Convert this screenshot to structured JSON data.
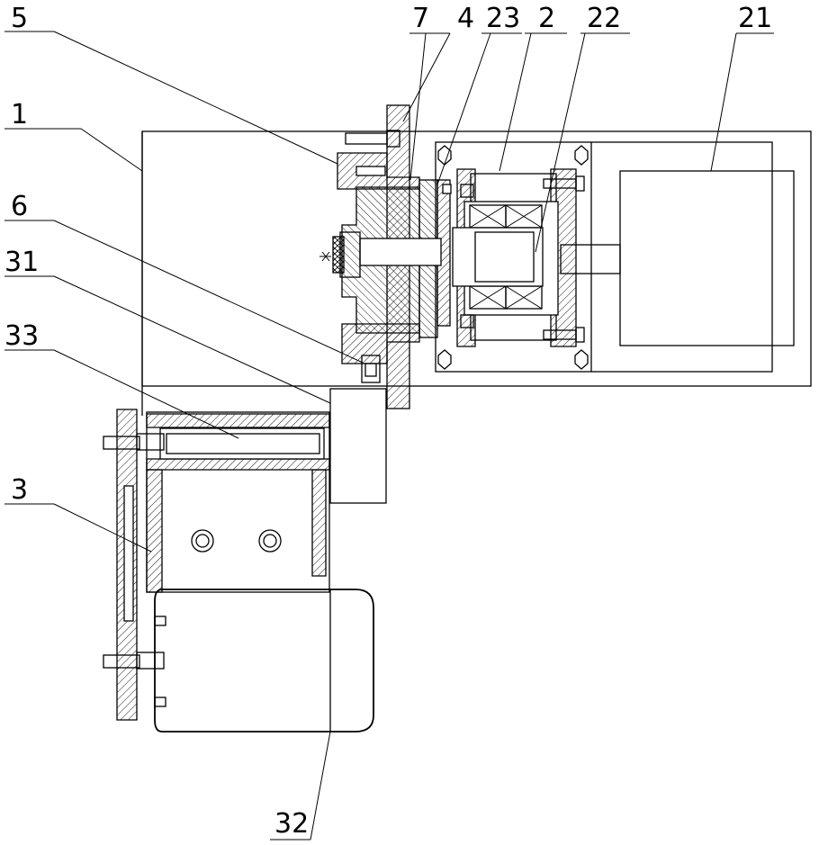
{
  "labels": {
    "l5": "5",
    "l7": "7",
    "l4": "4",
    "l23": "23",
    "l2": "2",
    "l22": "22",
    "l21": "21",
    "l1": "1",
    "l6": "6",
    "l31": "31",
    "l33": "33",
    "l3": "3",
    "l32": "32"
  }
}
